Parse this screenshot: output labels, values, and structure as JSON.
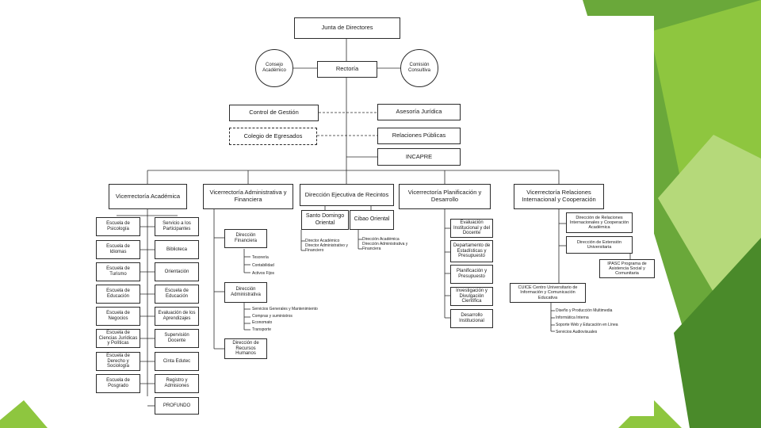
{
  "colors": {
    "green_dark": "#4a8a2a",
    "green_mid": "#6aa83a",
    "green_light": "#8ec63f",
    "green_pale": "#b5d97a",
    "line": "#2b2b2b"
  },
  "org": {
    "junta": "Junta de Directores",
    "consejo": "Consejo Académico",
    "rectoria": "Rectoría",
    "comision": "Comisión Consultiva",
    "control": "Control de Gestión",
    "asesoria": "Asesoría Jurídica",
    "colegio": "Colegio de Egresados",
    "relaciones": "Relaciones Públicas",
    "incapre": "INCAPRE",
    "vra": "Vicerrectoría Académica",
    "vraf": "Vicerrectoría Administrativa y Financiera",
    "der": "Dirección Ejecutiva de Recintos",
    "vrpd": "Vicerrectoría Planificación y Desarrollo",
    "vrric": "Vicerrectoría Relaciones Internacional y Cooperación",
    "escuelas": [
      "Escuela de Psicología",
      "Escuela de Idiomas",
      "Escuela de Turismo",
      "Escuela de Educación",
      "Escuela de Negocios",
      "Escuela de Ciencias Jurídicas y Políticas",
      "Escuela de Derecho y Sociología",
      "Escuela de Posgrado"
    ],
    "servicios": [
      "Servicio a los Participantes",
      "Biblioteca",
      "Orientación",
      "Escuela de Educación",
      "Evaluación de los Aprendizajes",
      "Supervisión Docente",
      "Cinta Edutec",
      "Registro y Admisiones",
      "PROFUNDO"
    ],
    "dir_financiera": "Dirección Financiera",
    "fin_items": "Tesorería\nContabilidad\nActivos Fijos",
    "dir_admin": "Dirección Administrativa",
    "admin_items": "Servicios Generales y Mantenimiento\nCompras y suministros\nEconomato\nTransporte",
    "rrhh": "Dirección de Recursos Humanos",
    "sd": "Santo Domingo Oriental",
    "cibao": "Cibao Oriental",
    "sd_items": "Director Académico\nDirector Administrativo y Financiero",
    "cibao_items": "Dirección Académica\nDirección Administrativa y Financiera",
    "vrpd_items": [
      "Evaluación Institucional y del Docente",
      "Departamento de Estadísticas y Presupuesto",
      "Planificación y Presupuesto",
      "Investigación y Divulgación Científica",
      "Desarrollo Institucional"
    ],
    "vrric_items": [
      "Dirección de Relaciones Internacionales y Cooperación Académica",
      "Dirección de Extensión Universitaria"
    ],
    "ipasc": "IPASC Programa de Asistencia Social y Comunitaria",
    "cuice": "CUICE Centro Universitario de Información y Comunicación Educativa",
    "cuice_items": "Diseño y Producción Multimedia\nInformática Interna\nSoporte Web y Educación en Línea\nServicios Audiovisuales"
  }
}
